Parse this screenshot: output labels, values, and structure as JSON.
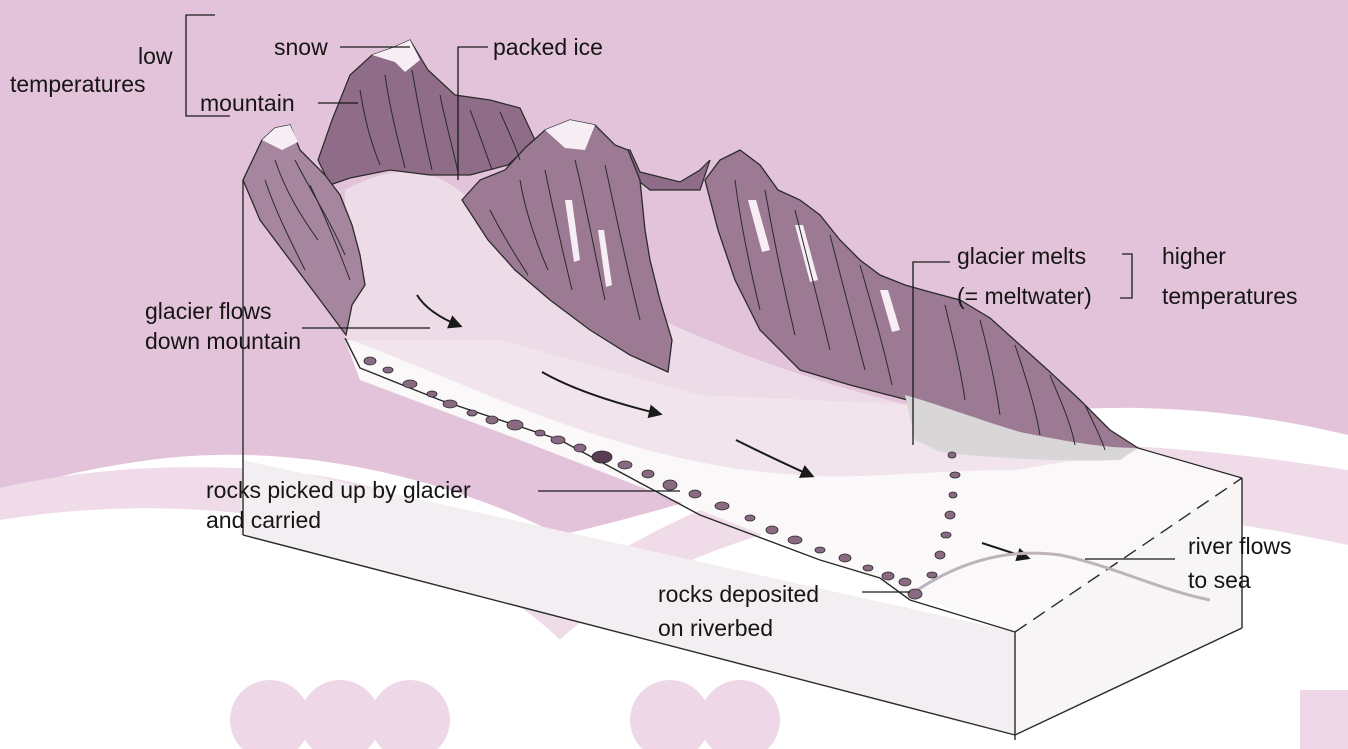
{
  "labels": {
    "low_temperatures_1": "low",
    "low_temperatures_2": "temperatures",
    "snow": "snow",
    "mountain": "mountain",
    "packed_ice": "packed ice",
    "glacier_flows_1": "glacier flows",
    "glacier_flows_2": "down mountain",
    "glacier_melts_1": "glacier melts",
    "glacier_melts_2": "(= meltwater)",
    "higher_temperatures_1": "higher",
    "higher_temperatures_2": "temperatures",
    "rocks_picked_1": "rocks picked up by glacier",
    "rocks_picked_2": "and carried",
    "river_flows_1": "river flows",
    "river_flows_2": "to sea",
    "rocks_deposited_1": "rocks deposited",
    "rocks_deposited_2": "on riverbed"
  },
  "colors": {
    "background_pink": "#e3c3da",
    "background_band_light": "#f4e6f0",
    "mountain_fill": "#9c7a94",
    "mountain_dark": "#6e4a66",
    "mountain_light": "#c3a6bb",
    "snow": "#f6eef4",
    "ice_fill": "#ecdce7",
    "ground_fill": "#f7f5f6",
    "line": "#2a2a2a",
    "text": "#151515"
  }
}
